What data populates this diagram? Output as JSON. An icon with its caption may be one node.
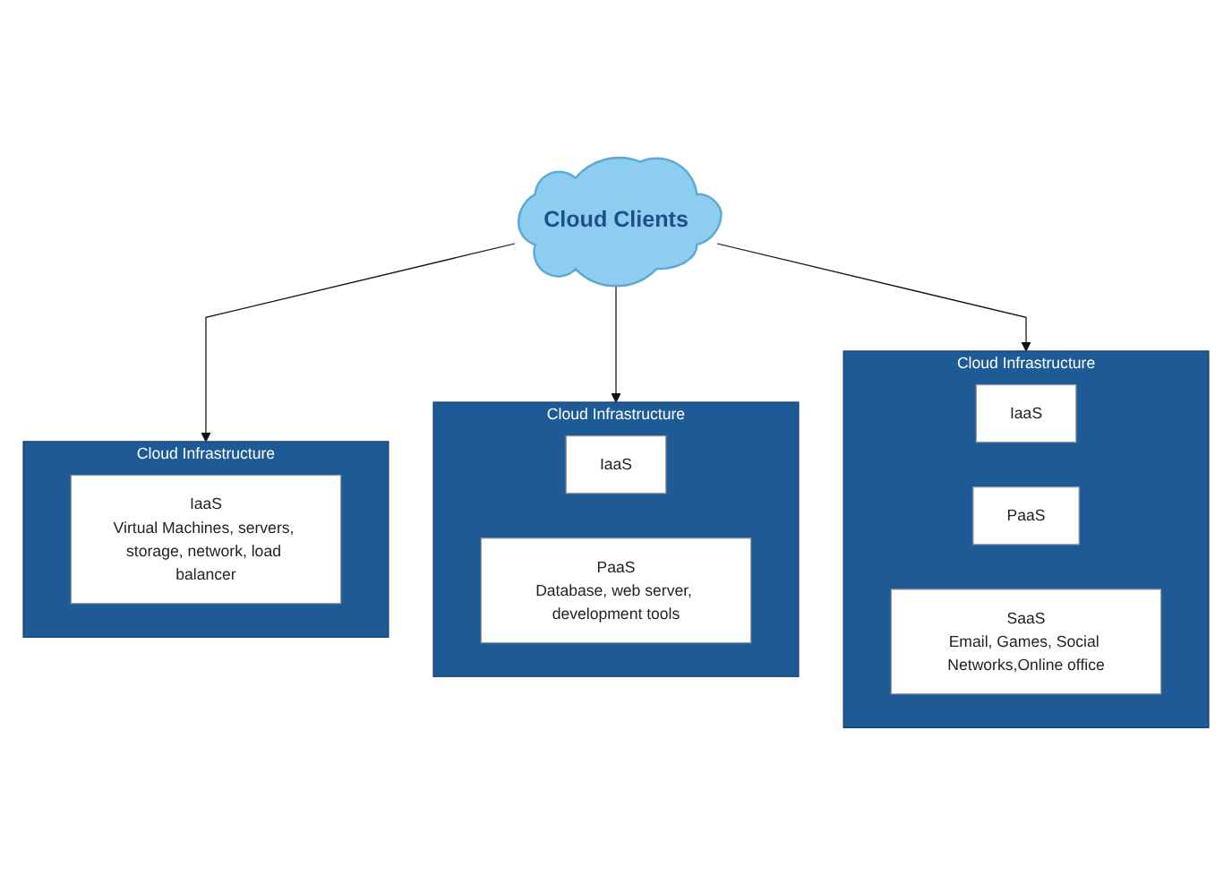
{
  "diagram": {
    "nodes": [
      {
        "text": [
          "Cloud Clients"
        ]
      },
      {
        "text": [
          "Cloud Infrastructure"
        ]
      },
      {
        "text": [
          "IaaS"
        ],
        "in": 1
      },
      {
        "text": [
          "PaaS"
        ],
        "in": 1
      },
      {
        "text": [
          "SaaS",
          "Email, Games, Social Networks,Online office"
        ],
        "in": 1
      },
      {
        "text": [
          "Cloud Infrastructure"
        ]
      },
      {
        "text": [
          "IaaS"
        ],
        "in": 5
      },
      {
        "text": [
          "PaaS",
          "Database, web server, development tools"
        ],
        "in": 5
      },
      {
        "text": [
          "Cloud Infrastructure"
        ]
      },
      {
        "text": [
          "IaaS",
          "Virtual Machines, servers, storage, network, load balancer"
        ],
        "in": 8
      }
    ],
    "edges": [
      {
        "from": 0,
        "to": 8,
        "arrow": "to"
      },
      {
        "from": 0,
        "to": 5,
        "arrow": "to"
      },
      {
        "from": 0,
        "to": 1,
        "arrow": "to"
      }
    ]
  }
}
